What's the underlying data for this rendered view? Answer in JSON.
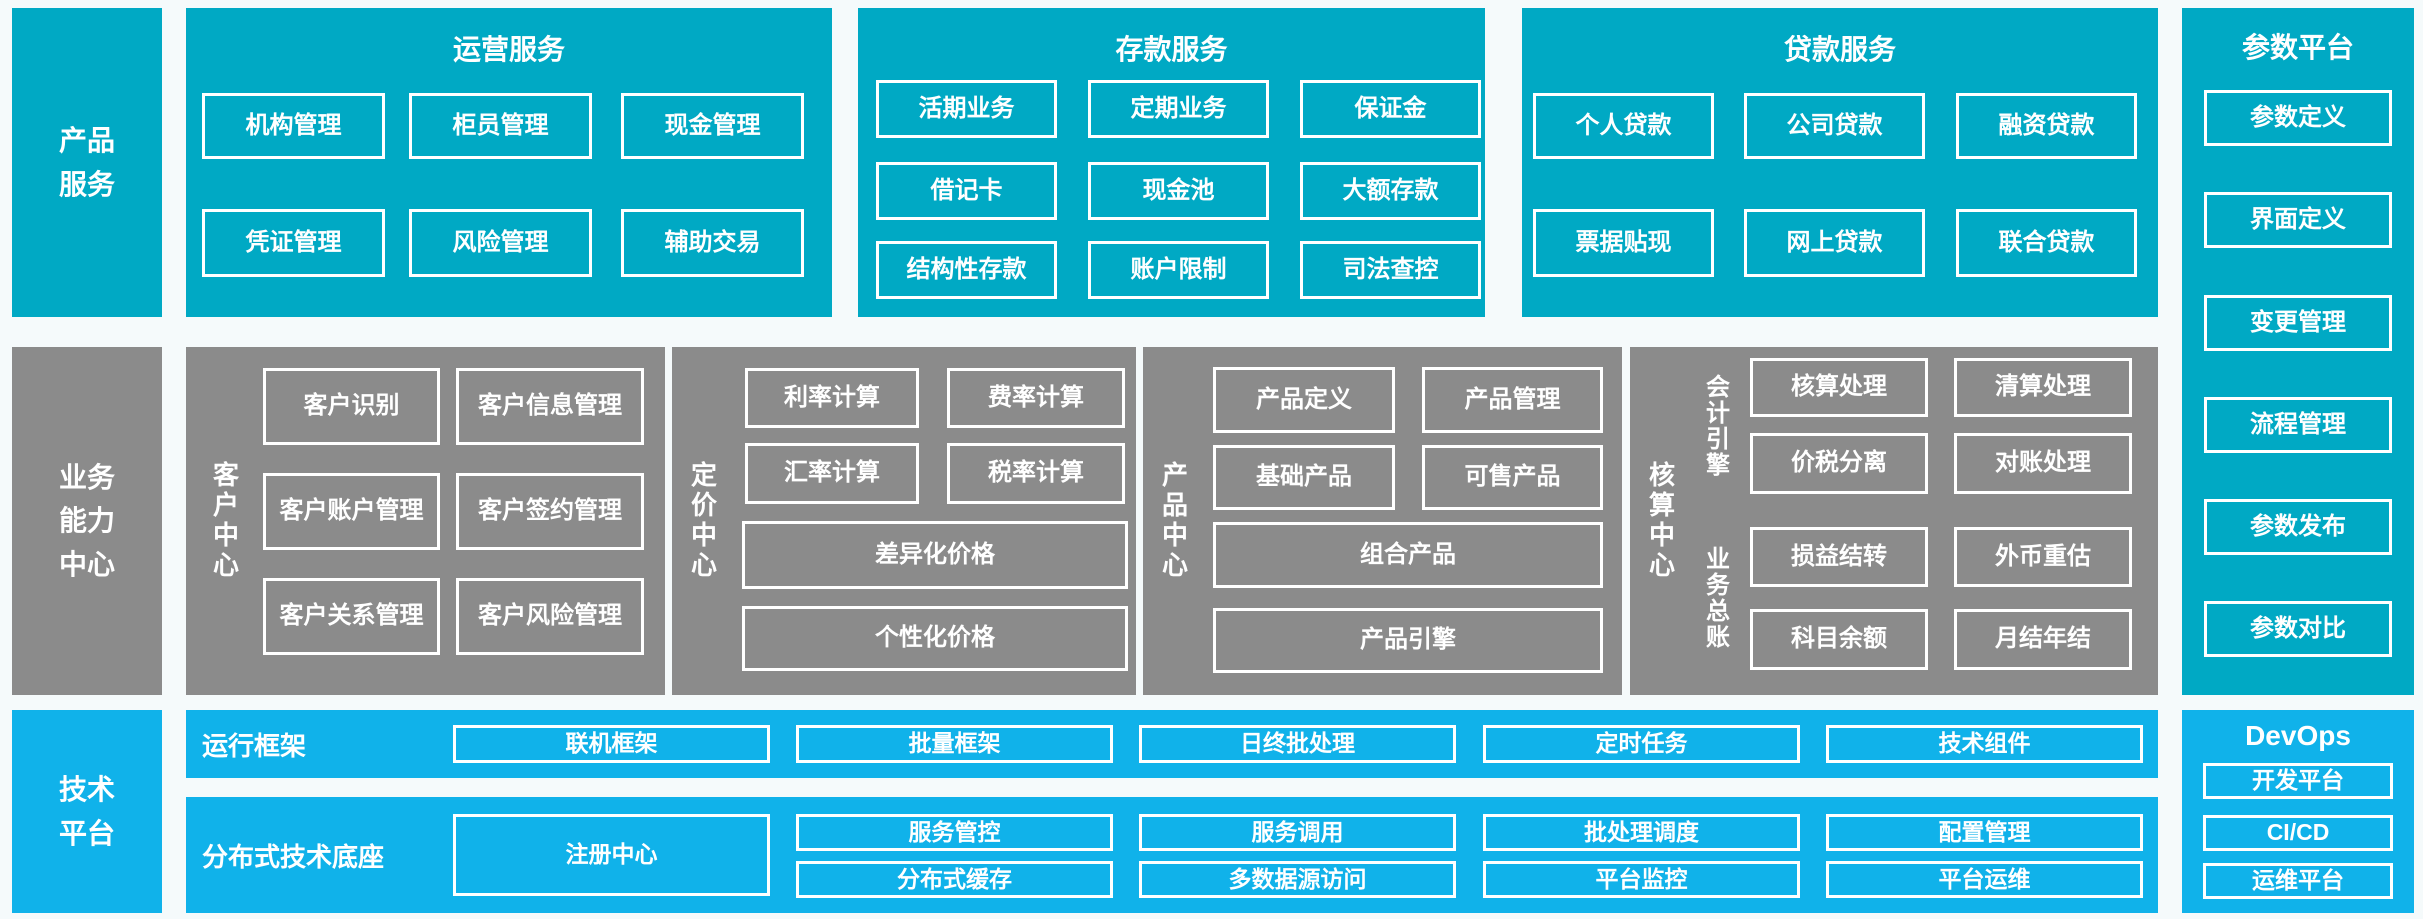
{
  "colors": {
    "teal": "#00a9c4",
    "gray": "#8b8b8b",
    "blue": "#10b2ea",
    "box_border": "#ffffff"
  },
  "left_rail": {
    "product": "产品\n服务",
    "business": "业务\n能力\n中心",
    "tech": "技术\n平台"
  },
  "top_sections": [
    {
      "title": "运营服务",
      "boxes": [
        "机构管理",
        "柜员管理",
        "现金管理",
        "凭证管理",
        "风险管理",
        "辅助交易"
      ]
    },
    {
      "title": "存款服务",
      "boxes": [
        "活期业务",
        "定期业务",
        "保证金",
        "借记卡",
        "现金池",
        "大额存款",
        "结构性存款",
        "账户限制",
        "司法查控"
      ]
    },
    {
      "title": "贷款服务",
      "boxes": [
        "个人贷款",
        "公司贷款",
        "融资贷款",
        "票据贴现",
        "网上贷款",
        "联合贷款"
      ]
    }
  ],
  "param_platform": {
    "title": "参数平台",
    "boxes": [
      "参数定义",
      "界面定义",
      "变更管理",
      "流程管理",
      "参数发布",
      "参数对比"
    ]
  },
  "capability": {
    "customer": {
      "label": "客户中心",
      "boxes": [
        "客户识别",
        "客户信息管理",
        "客户账户管理",
        "客户签约管理",
        "客户关系管理",
        "客户风险管理"
      ]
    },
    "pricing": {
      "label": "定价中心",
      "boxes": [
        "利率计算",
        "费率计算",
        "汇率计算",
        "税率计算"
      ],
      "wide": [
        "差异化价格",
        "个性化价格"
      ]
    },
    "product": {
      "label": "产品中心",
      "boxes": [
        "产品定义",
        "产品管理",
        "基础产品",
        "可售产品"
      ],
      "wide": [
        "组合产品",
        "产品引擎"
      ]
    },
    "accounting": {
      "label": "核算中心",
      "groups": [
        {
          "label": "会计引擎",
          "boxes": [
            "核算处理",
            "清算处理",
            "价税分离",
            "对账处理"
          ]
        },
        {
          "label": "业务总账",
          "boxes": [
            "损益结转",
            "外币重估",
            "科目余额",
            "月结年结"
          ]
        }
      ]
    }
  },
  "tech": {
    "runtime": {
      "label": "运行框架",
      "boxes": [
        "联机框架",
        "批量框架",
        "日终批处理",
        "定时任务",
        "技术组件"
      ]
    },
    "distributed": {
      "label": "分布式技术底座",
      "registry": "注册中心",
      "top": [
        "服务管控",
        "服务调用",
        "批处理调度",
        "配置管理"
      ],
      "bottom": [
        "分布式缓存",
        "多数据源访问",
        "平台监控",
        "平台运维"
      ]
    }
  },
  "devops": {
    "title": "DevOps",
    "boxes": [
      "开发平台",
      "CI/CD",
      "运维平台"
    ]
  }
}
